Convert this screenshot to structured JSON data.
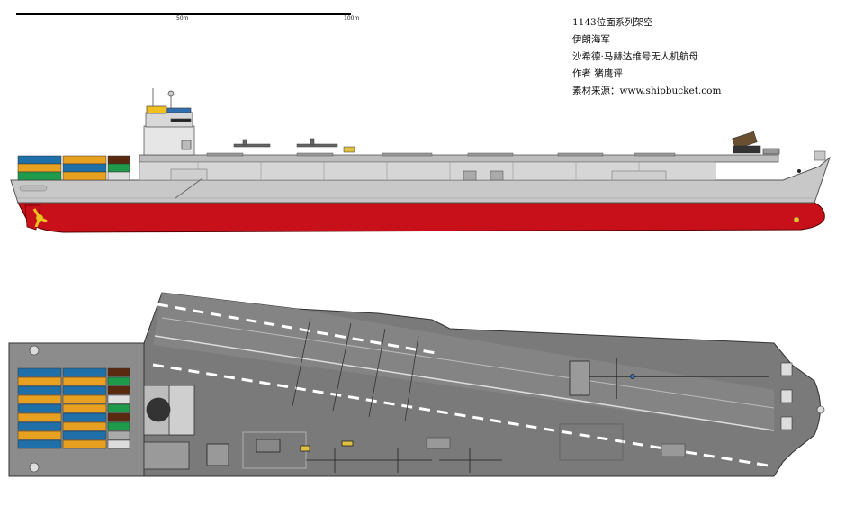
{
  "scale_bar": {
    "label_mid": "50m",
    "label_end": "100m"
  },
  "info": {
    "line1": "1143位面系列架空",
    "line2": "伊朗海军",
    "line3": "沙希德·马赫达维号无人机航母",
    "line4": "作者 猪鹰评",
    "line5": "素材来源：www.shipbucket.com"
  },
  "colors": {
    "hull_red": "#c8101a",
    "hull_gray": "#c8c8c8",
    "deck_gray": "#7a7a7a",
    "container_blue": "#1f6fa8",
    "container_orange": "#e8a020",
    "container_green": "#1e9a4a",
    "container_brown": "#5a2a10"
  }
}
